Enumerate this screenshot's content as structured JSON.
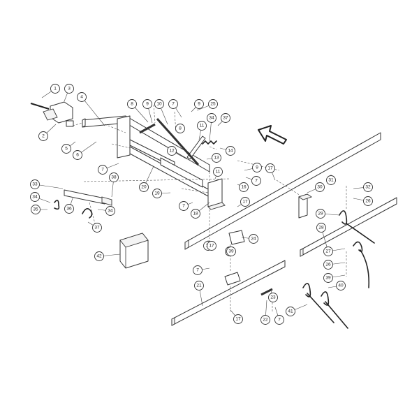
{
  "callouts": [
    {
      "id": "c1",
      "label": "1"
    },
    {
      "id": "c3",
      "label": "3"
    },
    {
      "id": "c4",
      "label": "4"
    },
    {
      "id": "c2",
      "label": "2"
    },
    {
      "id": "c5",
      "label": "5"
    },
    {
      "id": "c6",
      "label": "6"
    },
    {
      "id": "c8a",
      "label": "8"
    },
    {
      "id": "c9a",
      "label": "9"
    },
    {
      "id": "c10",
      "label": "10"
    },
    {
      "id": "c7a",
      "label": "7"
    },
    {
      "id": "c9b",
      "label": "9"
    },
    {
      "id": "c25",
      "label": "25"
    },
    {
      "id": "c8b",
      "label": "8"
    },
    {
      "id": "c11a",
      "label": "11"
    },
    {
      "id": "c34a",
      "label": "34"
    },
    {
      "id": "c37a",
      "label": "37"
    },
    {
      "id": "c14",
      "label": "14"
    },
    {
      "id": "c12",
      "label": "12"
    },
    {
      "id": "c13",
      "label": "13"
    },
    {
      "id": "c7b",
      "label": "7"
    },
    {
      "id": "c20",
      "label": "20"
    },
    {
      "id": "c11b",
      "label": "11"
    },
    {
      "id": "c9c",
      "label": "9"
    },
    {
      "id": "c7c",
      "label": "7"
    },
    {
      "id": "c16",
      "label": "16"
    },
    {
      "id": "c17a",
      "label": "17"
    },
    {
      "id": "c19",
      "label": "19"
    },
    {
      "id": "c7d",
      "label": "7"
    },
    {
      "id": "c18",
      "label": "18"
    },
    {
      "id": "c17b",
      "label": "17"
    },
    {
      "id": "c33",
      "label": "33"
    },
    {
      "id": "c38",
      "label": "38"
    },
    {
      "id": "c34b",
      "label": "34"
    },
    {
      "id": "c36",
      "label": "36"
    },
    {
      "id": "c35",
      "label": "35"
    },
    {
      "id": "c34c",
      "label": "34"
    },
    {
      "id": "c37b",
      "label": "37"
    },
    {
      "id": "c30",
      "label": "30"
    },
    {
      "id": "c31",
      "label": "31"
    },
    {
      "id": "c17c",
      "label": "17"
    },
    {
      "id": "c39a",
      "label": "39"
    },
    {
      "id": "c32",
      "label": "32"
    },
    {
      "id": "c26a",
      "label": "26"
    },
    {
      "id": "c29",
      "label": "29"
    },
    {
      "id": "c28",
      "label": "28"
    },
    {
      "id": "c42",
      "label": "42"
    },
    {
      "id": "c17d",
      "label": "17"
    },
    {
      "id": "c39b",
      "label": "39"
    },
    {
      "id": "c24",
      "label": "24"
    },
    {
      "id": "c7e",
      "label": "7"
    },
    {
      "id": "c21",
      "label": "21"
    },
    {
      "id": "c27",
      "label": "27"
    },
    {
      "id": "c26b",
      "label": "26"
    },
    {
      "id": "c39c",
      "label": "39"
    },
    {
      "id": "c40",
      "label": "40"
    },
    {
      "id": "c23",
      "label": "23"
    },
    {
      "id": "c41",
      "label": "41"
    },
    {
      "id": "c17e",
      "label": "17"
    },
    {
      "id": "c22",
      "label": "22"
    },
    {
      "id": "c7f",
      "label": "7"
    }
  ],
  "direction_arrow": "travel-direction-arrow"
}
